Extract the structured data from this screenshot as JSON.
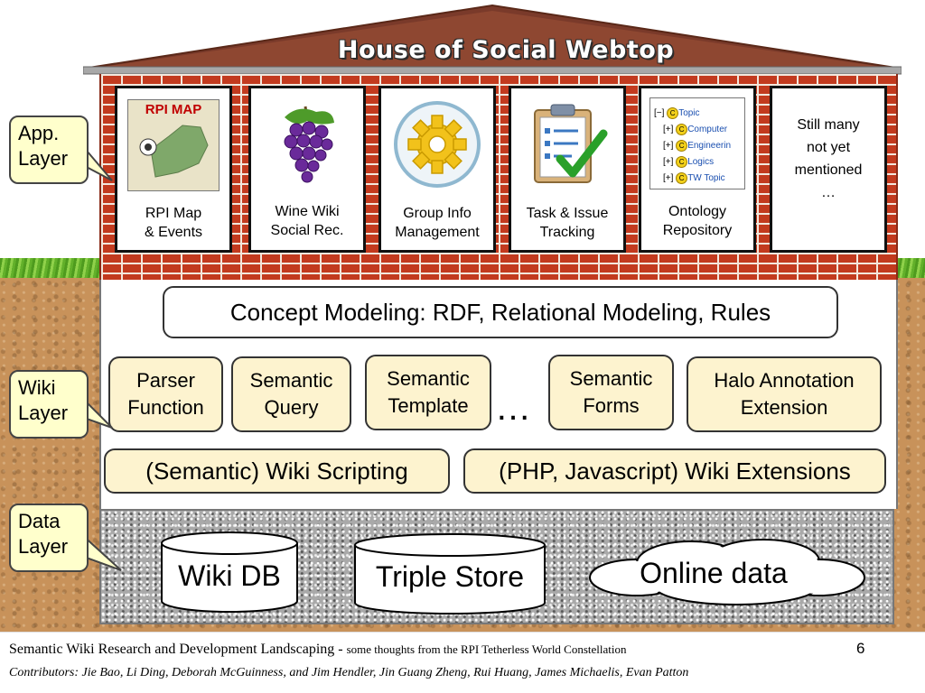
{
  "roof": {
    "title": "House of Social Webtop"
  },
  "layers": {
    "app": "App.\nLayer",
    "wiki": "Wiki\nLayer",
    "data": "Data\nLayer"
  },
  "apps": [
    {
      "label": "RPI Map\n& Events",
      "thumb_title": "RPI MAP",
      "icon": "rpi-map-icon"
    },
    {
      "label": "Wine Wiki\nSocial Rec.",
      "icon": "grapes-icon"
    },
    {
      "label": "Group Info\nManagement",
      "icon": "gear-icon"
    },
    {
      "label": "Task & Issue\nTracking",
      "icon": "checklist-icon"
    },
    {
      "label": "Ontology\nRepository",
      "icon": "ontology-tree-icon",
      "tree": [
        {
          "prefix": "[−]",
          "name": "Topic"
        },
        {
          "prefix": "[+]",
          "name": "Computer"
        },
        {
          "prefix": "[+]",
          "name": "Engineerin"
        },
        {
          "prefix": "[+]",
          "name": "Logics"
        },
        {
          "prefix": "[+]",
          "name": "TW Topic"
        }
      ]
    },
    {
      "label": "Still many\nnot yet\nmentioned\n…"
    }
  ],
  "wiki": {
    "concept": "Concept Modeling: RDF, Relational Modeling, Rules",
    "modules": [
      "Parser\nFunction",
      "Semantic\nQuery",
      "Semantic\nTemplate",
      "Semantic\nForms",
      "Halo Annotation\nExtension"
    ],
    "ellipsis": "…",
    "scripting": "(Semantic) Wiki Scripting",
    "extensions": "(PHP, Javascript) Wiki Extensions"
  },
  "data": {
    "wikidb": "Wiki DB",
    "triplestore": "Triple Store",
    "online": "Online data"
  },
  "footer": {
    "title": "Semantic Wiki Research and Development Landscaping",
    "sep": " - ",
    "subtitle": "some thoughts from the RPI Tetherless World Constellation",
    "page": "6",
    "contributors": "Contributors: Jie Bao, Li Ding, Deborah McGuinness, and Jim Hendler, Jin Guang Zheng, Rui Huang, James Michaelis, Evan Patton"
  },
  "colors": {
    "brick": "#c23a1e",
    "box_fill": "#fdf3cf",
    "callout_fill": "#ffffcc",
    "roof": "#7a3a2a"
  }
}
